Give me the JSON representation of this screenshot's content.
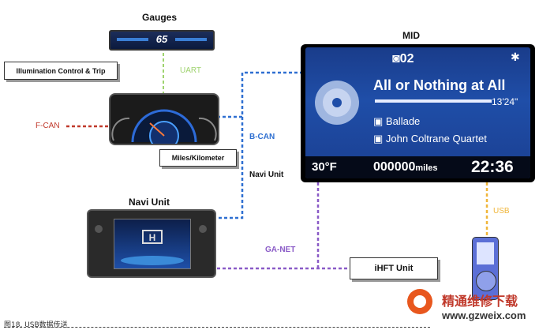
{
  "labels": {
    "gauges": "Gauges",
    "mid": "MID",
    "navi_unit_title": "Navi Unit",
    "illumination": "Illumination Control & Trip",
    "uart": "UART",
    "fcan": "F-CAN",
    "bcan": "B-CAN",
    "miles_km": "Miles/Kilometer",
    "navi_unit_link": "Navi Unit",
    "ganet": "GA-NET",
    "ihft": "iHFT Unit",
    "usb": "USB",
    "caption": "图18. USB数据传送",
    "watermark_cn": "精通维修下载",
    "watermark_url": "www.gzweix.com"
  },
  "gauge_display": "65",
  "mid_screen": {
    "track_no": "02",
    "song": "All or Nothing at All",
    "time": "13'24\"",
    "album": "Ballade",
    "artist": "John Coltrane Quartet",
    "temp": "30°F",
    "odometer": "000000",
    "odometer_unit": "miles",
    "clock": "22:36"
  },
  "colors": {
    "uart": "#9fd36f",
    "fcan": "#c0392b",
    "bcan": "#2e6fd1",
    "ganet": "#8a5bc7",
    "usb": "#f0b63a"
  }
}
